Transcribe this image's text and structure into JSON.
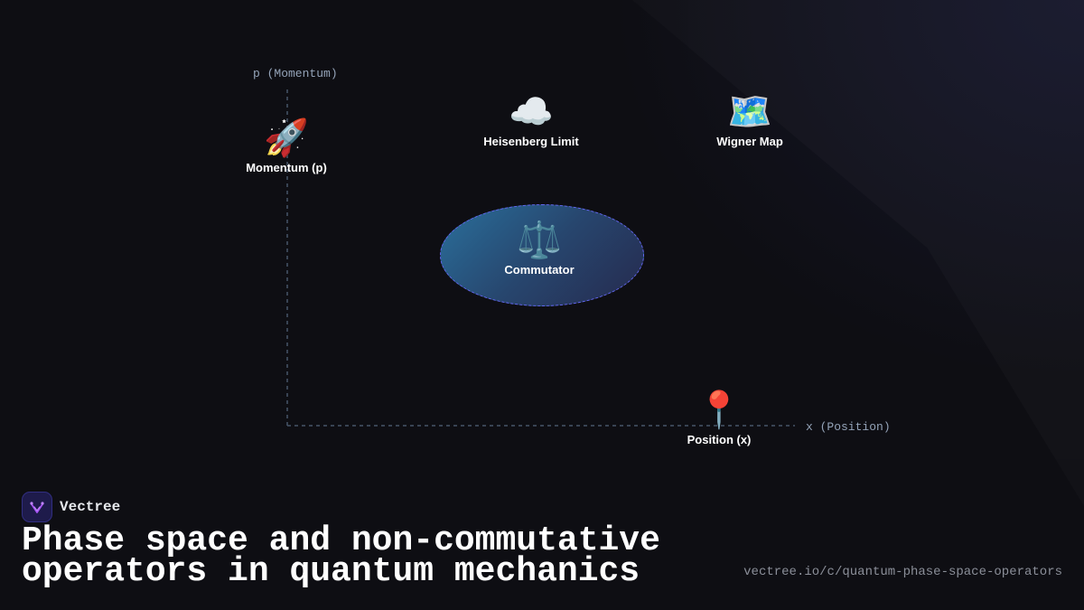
{
  "diagram": {
    "axes": {
      "y_label": "p (Momentum)",
      "x_label": "x (Position)"
    },
    "nodes": {
      "momentum": {
        "icon": "🚀",
        "icon_name": "rocket-icon",
        "label": "Momentum (p)"
      },
      "heisenberg": {
        "icon": "☁️",
        "icon_name": "cloud-icon",
        "label": "Heisenberg Limit"
      },
      "wigner": {
        "icon": "🗺️",
        "icon_name": "map-icon",
        "label": "Wigner Map"
      },
      "commutator": {
        "icon": "⚖️",
        "icon_name": "balance-scale-icon",
        "label": "Commutator"
      },
      "position": {
        "icon": "📍",
        "icon_name": "pin-icon",
        "label": "Position (x)"
      }
    }
  },
  "brand": {
    "name": "Vectree"
  },
  "footer": {
    "title": "Phase space and non-commutative operators in quantum mechanics",
    "url": "vectree.io/c/quantum-phase-space-operators"
  },
  "colors": {
    "background": "#0e0e13",
    "axis": "#475569",
    "accent": "#6366f1",
    "brand_purple": "#a855f7"
  }
}
